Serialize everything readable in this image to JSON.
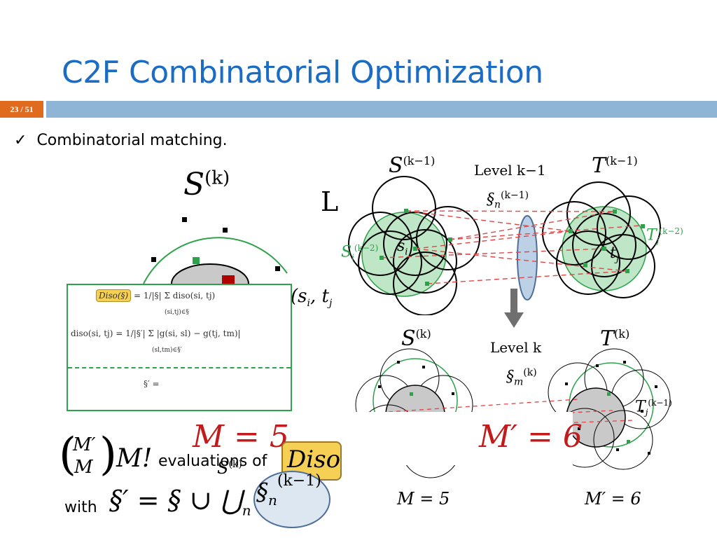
{
  "slide": {
    "title": "C2F Combinatorial Optimization",
    "page_number": "23 / 51",
    "bullet": "Combinatorial matching.",
    "bullet_mark": "✓"
  },
  "left_figure": {
    "set_label": "S",
    "set_sup": "(k)",
    "partial_letter": "L",
    "partial_pair": "(s",
    "partial_pair_sub": "i",
    "partial_pair_t": ", t",
    "partial_pair_tsub": "j"
  },
  "formula_box": {
    "line1": "Diso(§) = 1/|§| Σ(si,tj)∈§ diso(si, tj)",
    "line1_chip": "Diso(§)",
    "line1_rest": "= 1/|§|  Σ  diso(si, tj)",
    "line1_sub": "(si,tj)∈§",
    "line2": "diso(si, tj) = 1/|§′|  Σ  |g(si, sl) − g(tj, tm)|",
    "line2_sub": "(sl,tm)∈§′",
    "line3": "§′ ="
  },
  "right_top": {
    "s_label": "S",
    "s_sup": "(k−1)",
    "level_label": "Level k−1",
    "t_label": "T",
    "t_sup": "(k−1)",
    "sigma_label": "§",
    "sigma_sub": "n",
    "sigma_sup": "(k−1)",
    "si_label": "s",
    "si_sub": "i",
    "tj_label": "t",
    "tj_sub": "j",
    "s_left_label": "S",
    "s_left_sub": "i",
    "s_left_sup": "(k−2)",
    "t_right_label": "T",
    "t_right_sub": "j",
    "t_right_sup": "(k−2)"
  },
  "right_bottom": {
    "s_label": "S",
    "s_sup": "(k)",
    "level_label": "Level k",
    "t_label": "T",
    "t_sup": "(k)",
    "sigma_label": "§",
    "sigma_sub": "m",
    "sigma_sup": "(k)",
    "t_inner_label": "T",
    "t_inner_sup": "(k−1)",
    "t_inner_sub": "j",
    "m_left": "M = 5",
    "m_right": "M′ = 6"
  },
  "overlay": {
    "m_big": "M = 5",
    "mprime_big": "M′ = 6",
    "binom_top": "M′",
    "binom_bottom": "M",
    "factorial": "M!",
    "evaluations_text": "evaluations of",
    "diso_chip": "Diso",
    "small_s_label": "S",
    "small_s_sup": "(k)",
    "with_text": "with",
    "union_formula": "§′ = § ∪ ⋃",
    "union_sub": "n",
    "union_sigma": "§",
    "union_sigma_sub": "n",
    "union_sigma_sup": "(k−1)"
  },
  "colors": {
    "title": "#1b6cc4",
    "title_bar": "#8eb4d6",
    "page_badge": "#e06b1e",
    "green": "#2ea24a",
    "green_fill": "#bfe6c6",
    "red_text": "#c21b1b",
    "chip": "#f6cf55",
    "ellipse_blue": "#bcd0e6"
  }
}
